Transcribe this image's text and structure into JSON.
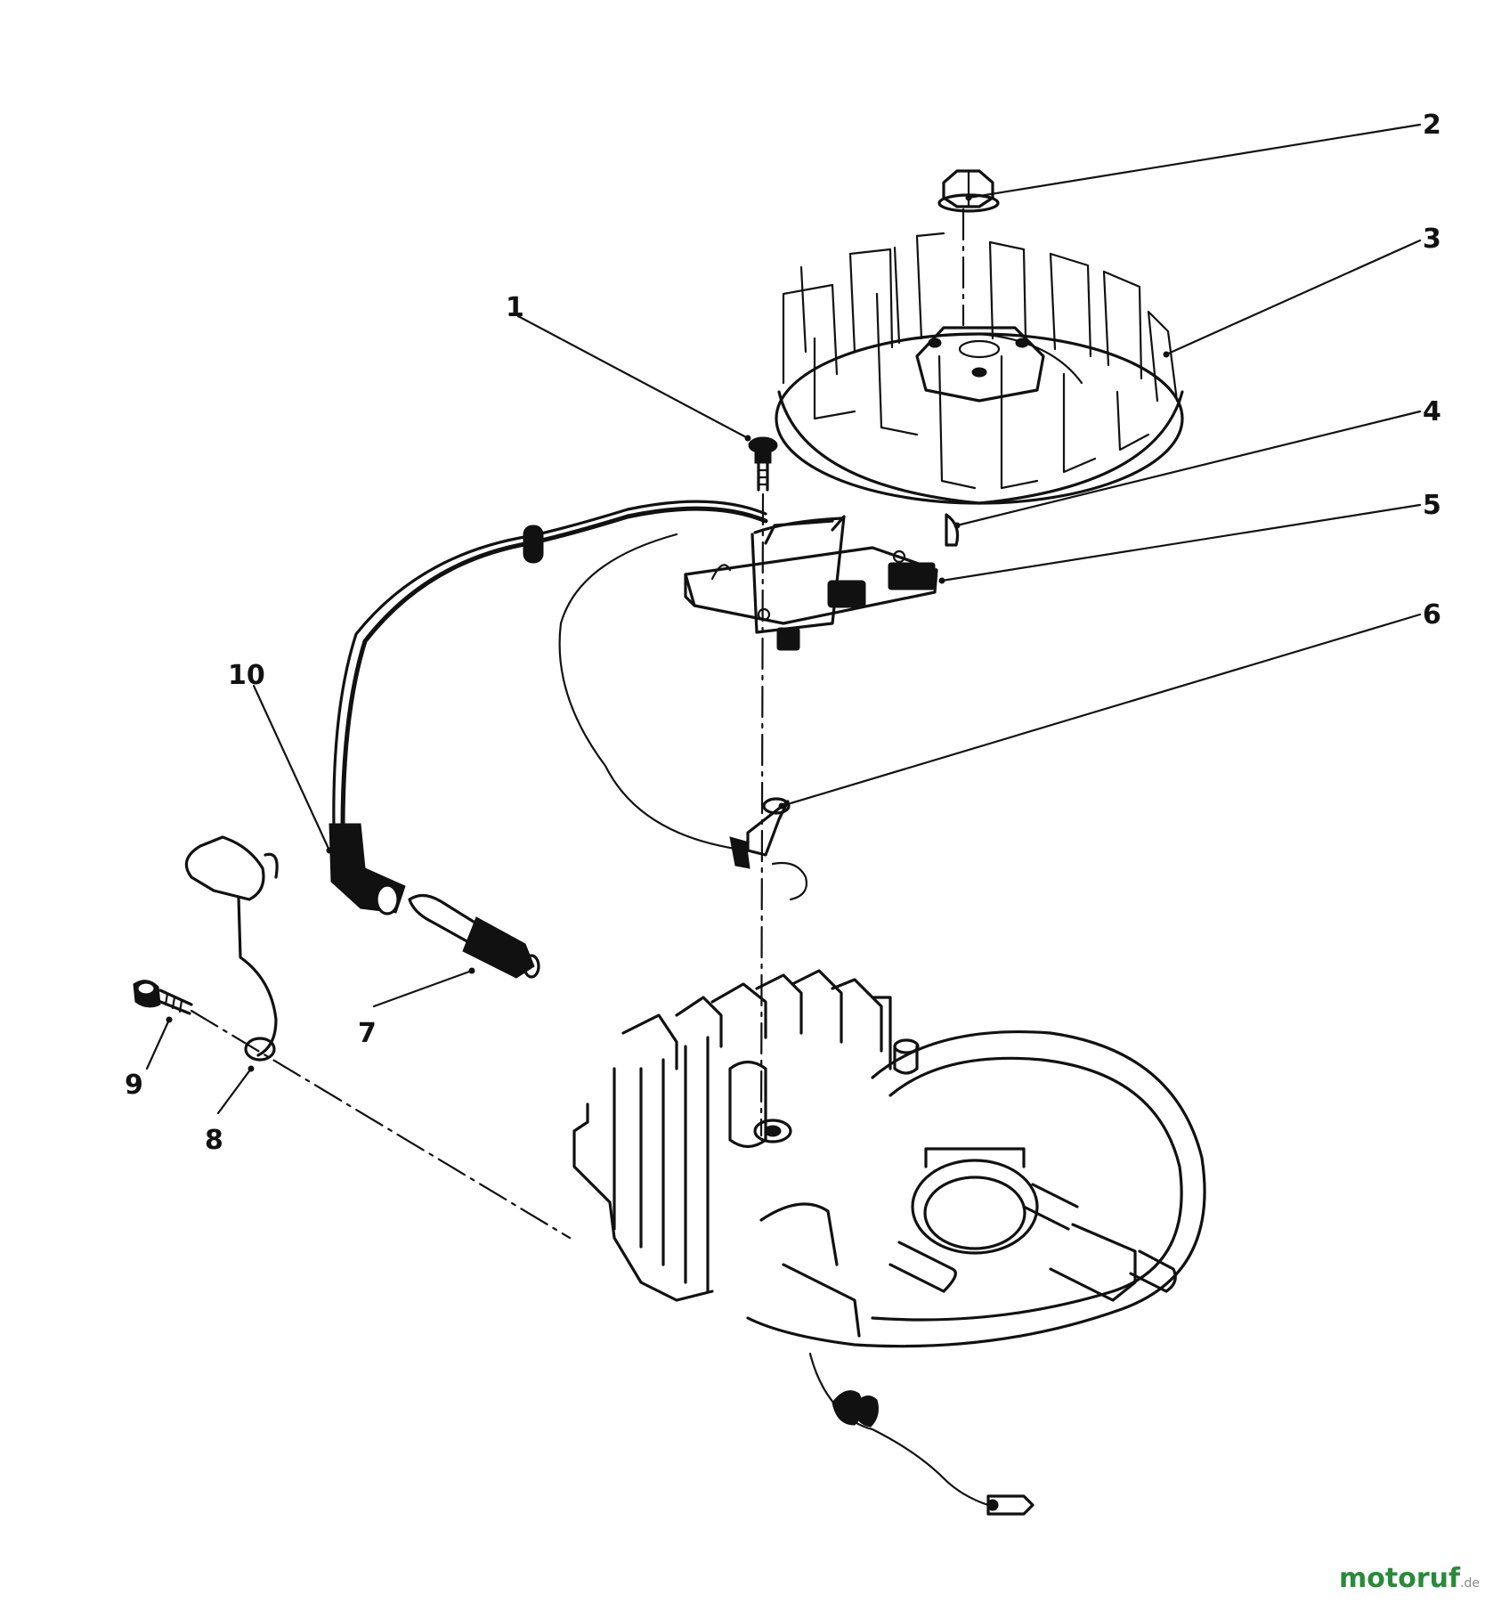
{
  "callouts": [
    {
      "id": "1",
      "label": "1"
    },
    {
      "id": "2",
      "label": "2"
    },
    {
      "id": "3",
      "label": "3"
    },
    {
      "id": "4",
      "label": "4"
    },
    {
      "id": "5",
      "label": "5"
    },
    {
      "id": "6",
      "label": "6"
    },
    {
      "id": "7",
      "label": "7"
    },
    {
      "id": "8",
      "label": "8"
    },
    {
      "id": "9",
      "label": "9"
    },
    {
      "id": "10",
      "label": "10"
    }
  ],
  "watermark": {
    "main": "motoruf",
    "tld": ".de"
  },
  "colors": {
    "ink": "#111111",
    "background": "#ffffff",
    "watermark_accent": "#2a8a3a"
  }
}
